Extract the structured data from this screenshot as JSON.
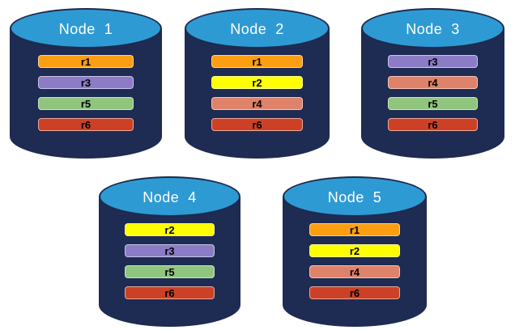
{
  "style_colors": {
    "background": "#FFFFFF",
    "cylinder_body": "#1E2B52",
    "cylinder_top": "#2E9AD4",
    "cylinder_outline": "#1C2B4D",
    "title_text": "#FFFFFF",
    "bar_text": "#000000"
  },
  "replica_colors": {
    "r1": "#FB9E12",
    "r2": "#FFFF00",
    "r3": "#8B7CC5",
    "r4": "#DE8269",
    "r5": "#90C57E",
    "r6": "#CC4125"
  },
  "nodes": [
    {
      "label": "Node  1",
      "replicas": [
        {
          "label": "r1",
          "color": "#FB9E12"
        },
        {
          "label": "r3",
          "color": "#8B7CC5"
        },
        {
          "label": "r5",
          "color": "#90C57E"
        },
        {
          "label": "r6",
          "color": "#CC4125"
        }
      ]
    },
    {
      "label": "Node  2",
      "replicas": [
        {
          "label": "r1",
          "color": "#FB9E12"
        },
        {
          "label": "r2",
          "color": "#FFFF00"
        },
        {
          "label": "r4",
          "color": "#DE8269"
        },
        {
          "label": "r6",
          "color": "#CC4125"
        }
      ]
    },
    {
      "label": "Node  3",
      "replicas": [
        {
          "label": "r3",
          "color": "#8B7CC5"
        },
        {
          "label": "r4",
          "color": "#DE8269"
        },
        {
          "label": "r5",
          "color": "#90C57E"
        },
        {
          "label": "r6",
          "color": "#CC4125"
        }
      ]
    },
    {
      "label": "Node  4",
      "replicas": [
        {
          "label": "r2",
          "color": "#FFFF00"
        },
        {
          "label": "r3",
          "color": "#8B7CC5"
        },
        {
          "label": "r5",
          "color": "#90C57E"
        },
        {
          "label": "r6",
          "color": "#CC4125"
        }
      ]
    },
    {
      "label": "Node  5",
      "replicas": [
        {
          "label": "r1",
          "color": "#FB9E12"
        },
        {
          "label": "r2",
          "color": "#FFFF00"
        },
        {
          "label": "r4",
          "color": "#DE8269"
        },
        {
          "label": "r6",
          "color": "#CC4125"
        }
      ]
    }
  ]
}
